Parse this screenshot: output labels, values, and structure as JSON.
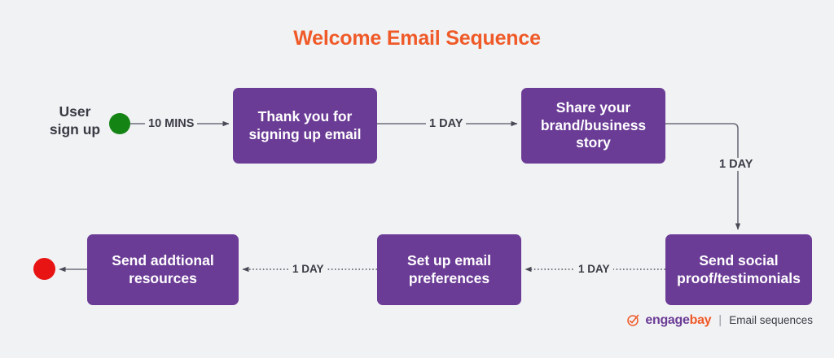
{
  "diagram": {
    "title": "Welcome Email Sequence",
    "background_color": "#f1f2f4",
    "title_color": "#ef5a28",
    "node_color": "#6b3c96",
    "node_text_color": "#ffffff",
    "edge_color": "#52525e",
    "start_dot_color": "#148414",
    "end_dot_color": "#e81414"
  },
  "start": {
    "label_line1": "User",
    "label_line2": "sign up",
    "marker_name": "start-node-dot"
  },
  "end": {
    "marker_name": "end-node-dot"
  },
  "nodes": [
    {
      "id": "thank-you",
      "line1": "Thank you for",
      "line2": "signing up email",
      "line3": ""
    },
    {
      "id": "brand-story",
      "line1": "Share your",
      "line2": "brand/business",
      "line3": "story"
    },
    {
      "id": "social-proof",
      "line1": "Send social",
      "line2": "proof/testimonials",
      "line3": ""
    },
    {
      "id": "email-preferences",
      "line1": "Set up email",
      "line2": "preferences",
      "line3": ""
    },
    {
      "id": "additional-resources",
      "line1": "Send addtional",
      "line2": "resources",
      "line3": ""
    }
  ],
  "edges": [
    {
      "id": "signup-to-thankyou",
      "label": "10 MINS",
      "style": "solid"
    },
    {
      "id": "thankyou-to-brandstory",
      "label": "1 DAY",
      "style": "solid"
    },
    {
      "id": "brandstory-to-socialproof",
      "label": "1 DAY",
      "style": "solid"
    },
    {
      "id": "socialproof-to-preferences",
      "label": "1 DAY",
      "style": "dotted"
    },
    {
      "id": "preferences-to-resources",
      "label": "1 DAY",
      "style": "dotted"
    },
    {
      "id": "resources-to-end",
      "label": "",
      "style": "solid"
    }
  ],
  "footer": {
    "brand_part1": "engage",
    "brand_part2": "bay",
    "separator": "|",
    "caption": "Email sequences"
  }
}
